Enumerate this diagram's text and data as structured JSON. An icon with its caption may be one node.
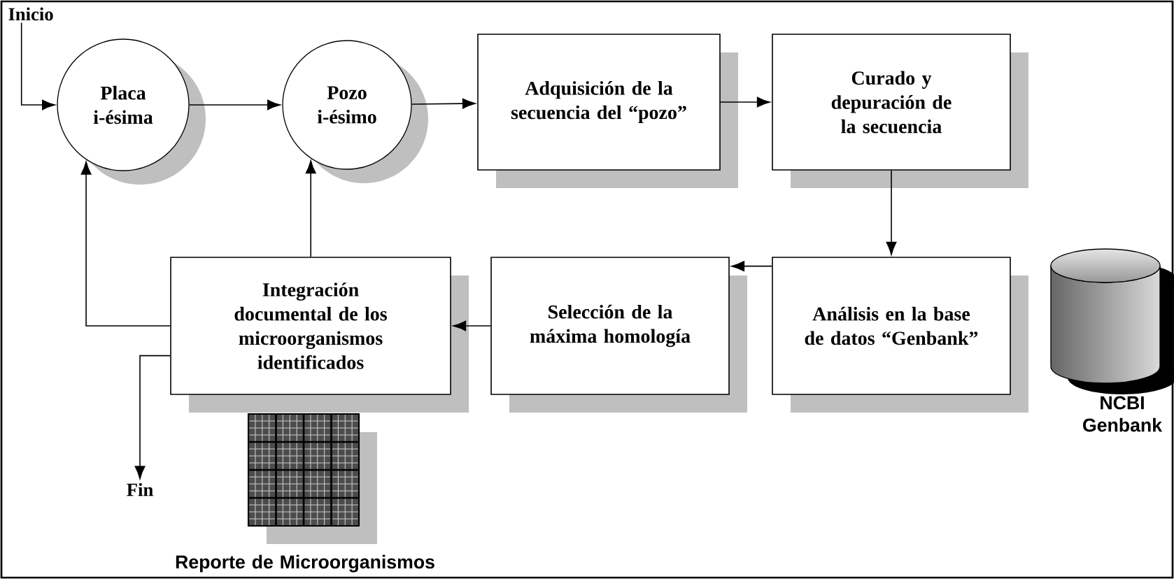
{
  "diagram": {
    "nodes": [
      {
        "text": [
          "Inicio"
        ]
      },
      {
        "text": [
          "Placa i-ésima"
        ]
      },
      {
        "text": [
          "Pozo i-ésimo"
        ]
      },
      {
        "text": [
          "Adquisición de la secuencia del “pozo”"
        ]
      },
      {
        "text": [
          "Curado y depuración de la secuencia"
        ]
      },
      {
        "text": [
          "Análisis en la base de datos “Genbank”"
        ]
      },
      {
        "text": [
          "Selección de la máxima homología"
        ]
      },
      {
        "text": [
          "Integración documental de los microorganismos identificados"
        ]
      },
      {
        "text": [
          "Fin"
        ]
      },
      {
        "text": [],
        "shape": "cylinder",
        "beside": [
          "NCBI Genbank"
        ]
      },
      {
        "text": [],
        "shape": "grid",
        "beside": [
          "Reporte de Microorganismos"
        ]
      }
    ],
    "edges": [
      {
        "from": 0,
        "to": 1,
        "arrow": "to"
      },
      {
        "from": 1,
        "to": 2,
        "arrow": "to"
      },
      {
        "from": 2,
        "to": 3,
        "arrow": "to"
      },
      {
        "from": 3,
        "to": 4,
        "arrow": "to"
      },
      {
        "from": 4,
        "to": 5,
        "arrow": "to"
      },
      {
        "from": 5,
        "to": 6,
        "arrow": "to"
      },
      {
        "from": 6,
        "to": 7,
        "arrow": "to"
      },
      {
        "from": 7,
        "to": 1,
        "arrow": "to"
      },
      {
        "from": 7,
        "to": 2,
        "arrow": "to"
      },
      {
        "from": 7,
        "to": 8,
        "arrow": "to"
      }
    ]
  }
}
